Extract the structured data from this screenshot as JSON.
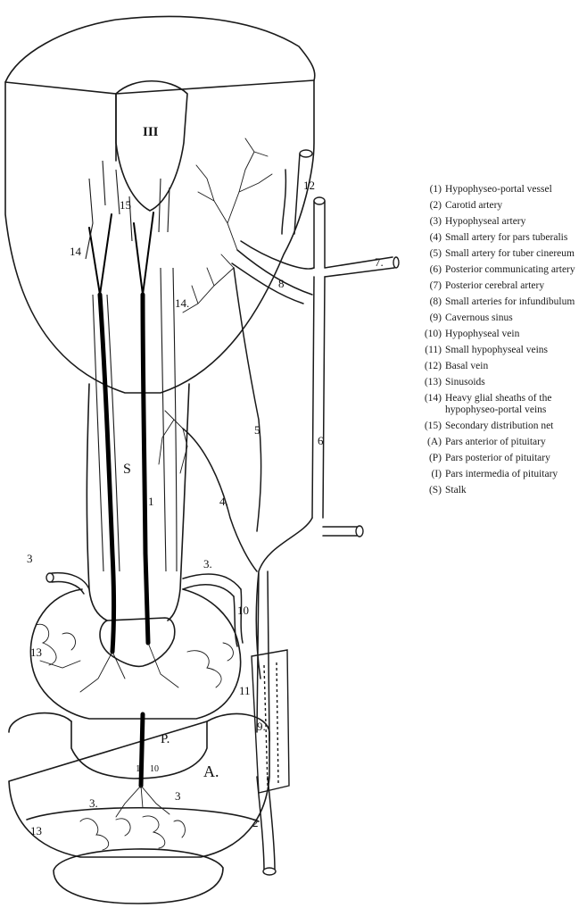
{
  "figure": {
    "labels": {
      "ventricle": "III",
      "stalk": "S",
      "anterior": "A.",
      "posterior": "P.",
      "n1": "1",
      "n1b": "1",
      "n2": "2",
      "n3a": "3",
      "n3b": "3.",
      "n3c": "3.",
      "n3d": "3",
      "n4": "4.",
      "n5": "5",
      "n6": "6",
      "n7": "7.",
      "n8": "8",
      "n9": "9.",
      "n10": "10",
      "n10b": "10",
      "n11": "11",
      "n12": "12",
      "n13a": "13",
      "n13b": "13",
      "n14a": "14",
      "n14b": "14.",
      "n15": "15"
    }
  },
  "legend": [
    {
      "key": "(1)",
      "text": "Hypophyseo-portal vessel"
    },
    {
      "key": "(2)",
      "text": "Carotid artery"
    },
    {
      "key": "(3)",
      "text": "Hypophyseal artery"
    },
    {
      "key": "(4)",
      "text": "Small artery for pars tuberalis"
    },
    {
      "key": "(5)",
      "text": "Small artery for tuber cinereum"
    },
    {
      "key": "(6)",
      "text": "Posterior communicating artery"
    },
    {
      "key": "(7)",
      "text": "Posterior cerebral artery"
    },
    {
      "key": "(8)",
      "text": "Small arteries for infundibulum"
    },
    {
      "key": "(9)",
      "text": "Cavernous sinus"
    },
    {
      "key": "(10)",
      "text": "Hypophyseal vein"
    },
    {
      "key": "(11)",
      "text": "Small hypophyseal veins"
    },
    {
      "key": "(12)",
      "text": "Basal vein"
    },
    {
      "key": "(13)",
      "text": "Sinusoids"
    },
    {
      "key": "(14)",
      "text": "Heavy glial sheaths of the hypophyseo-portal veins"
    },
    {
      "key": "(15)",
      "text": "Secondary distribution net"
    },
    {
      "key": "(A)",
      "text": "Pars anterior of pituitary"
    },
    {
      "key": "(P)",
      "text": "Pars posterior of pituitary"
    },
    {
      "key": "(I)",
      "text": "Pars intermedia of pituitary"
    },
    {
      "key": "(S)",
      "text": "Stalk"
    }
  ]
}
